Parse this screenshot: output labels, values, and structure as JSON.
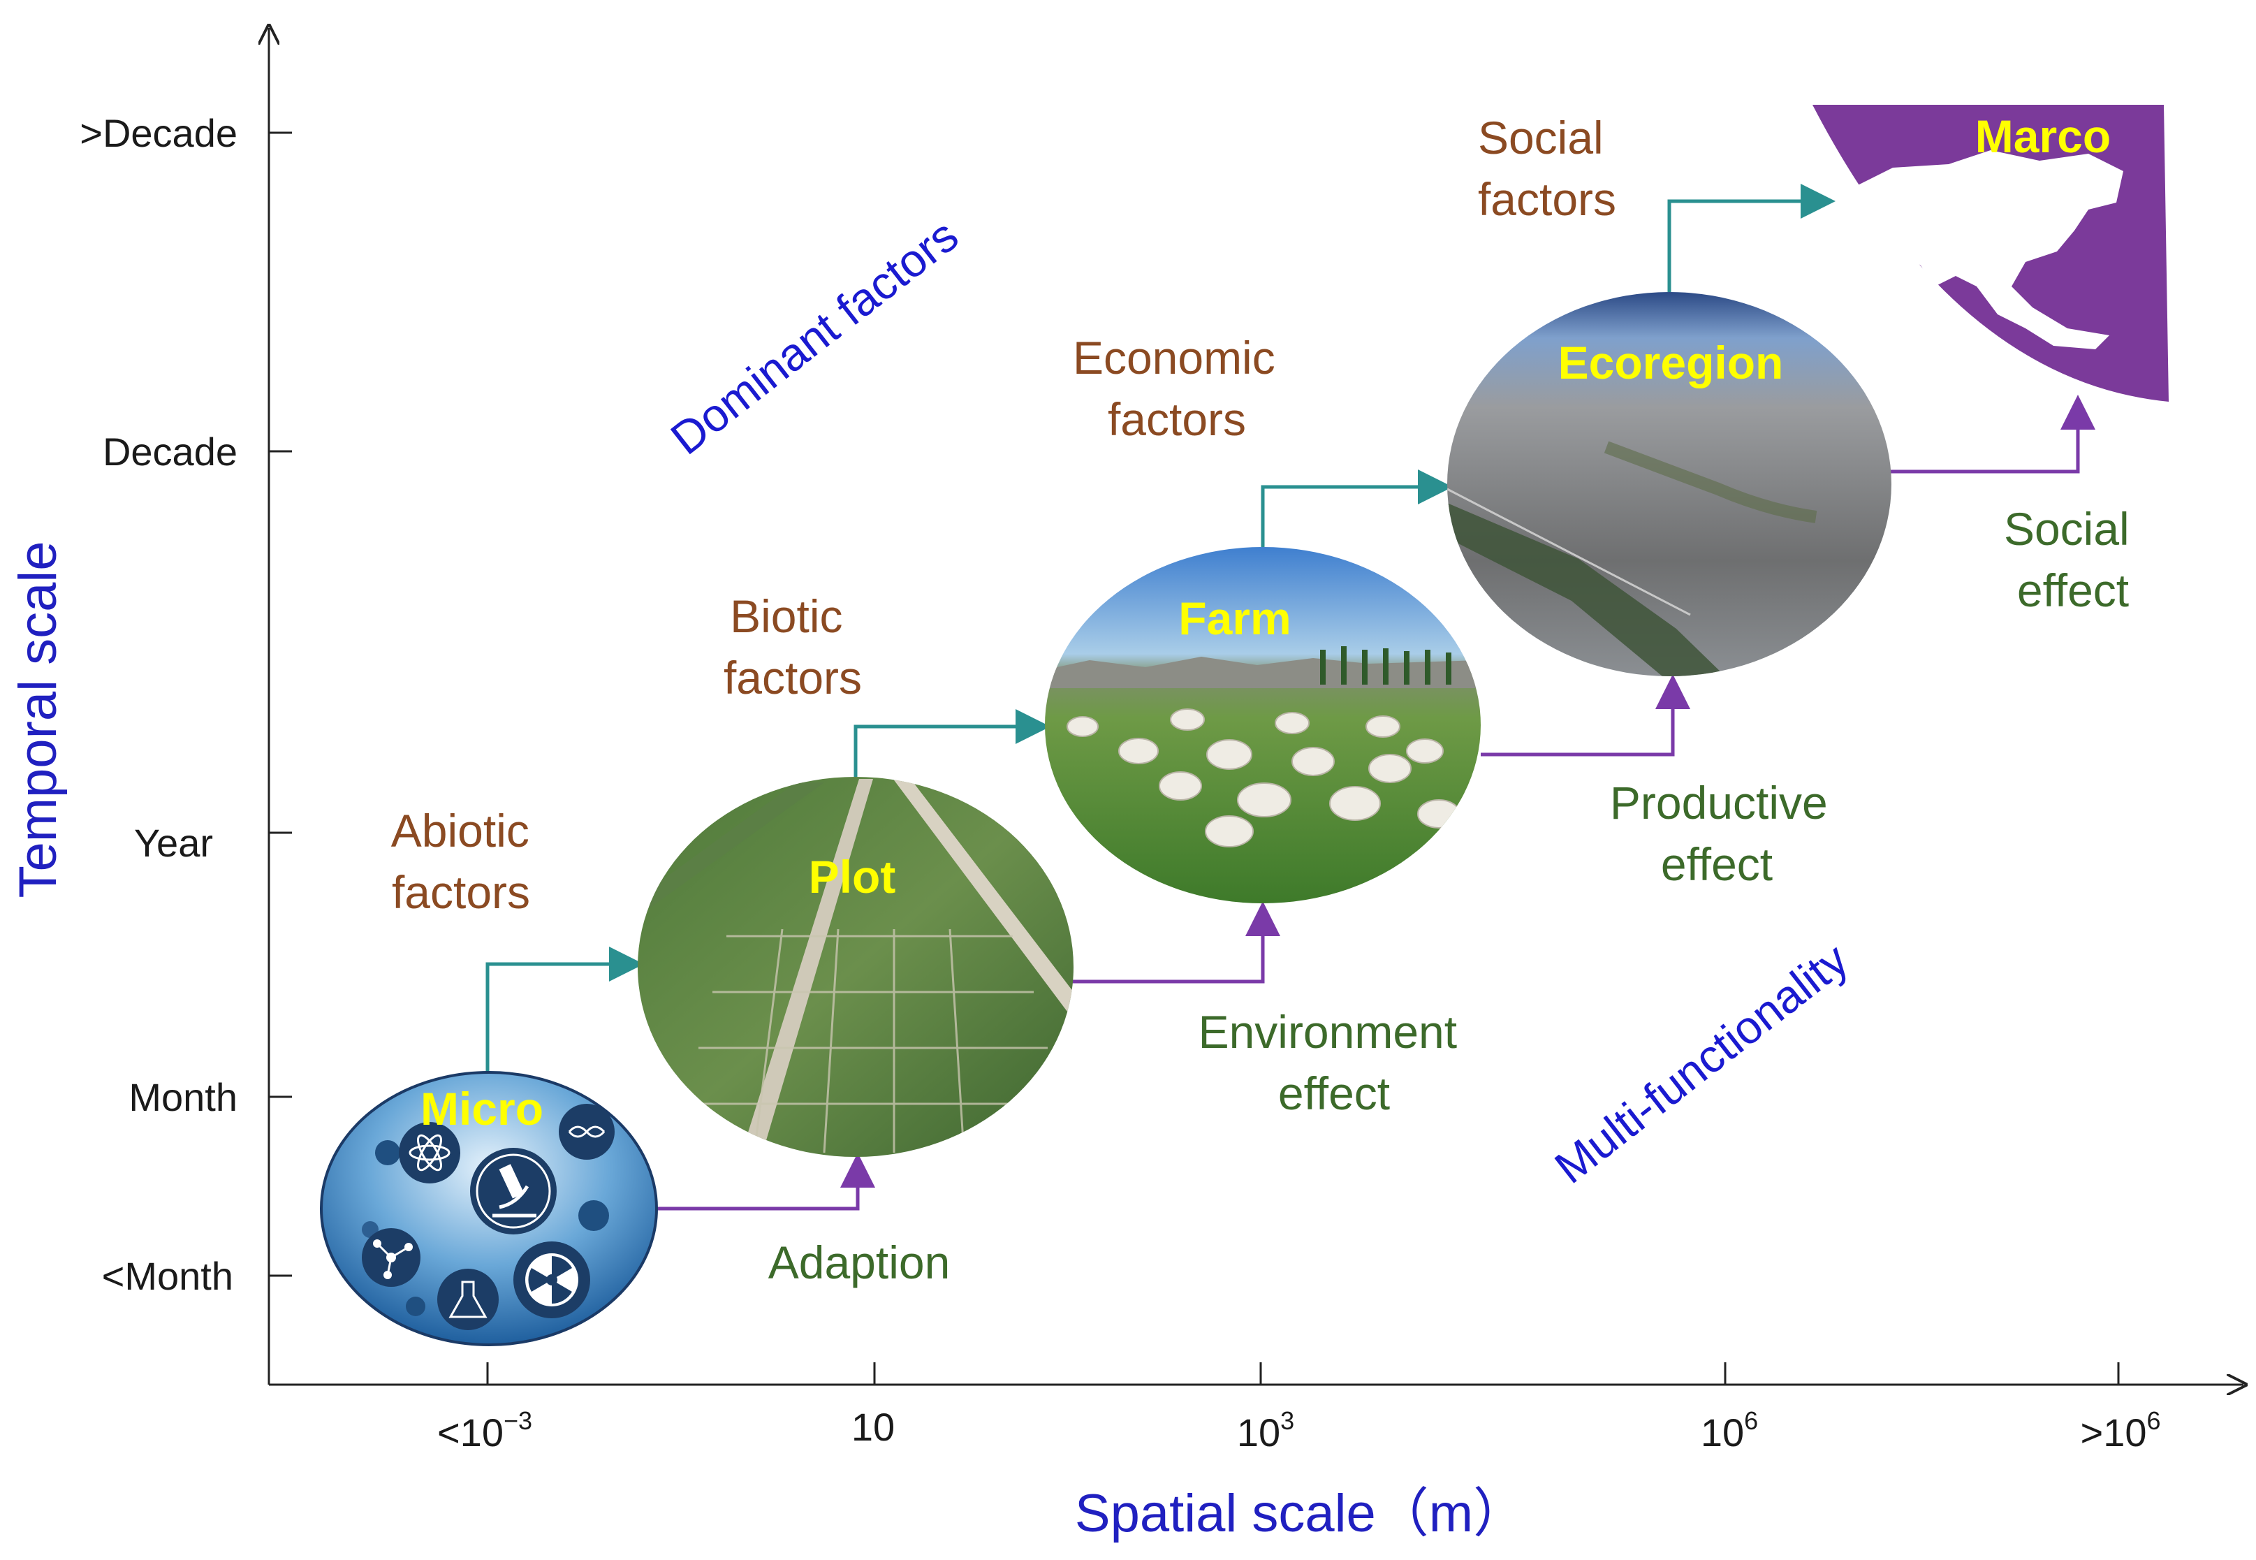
{
  "axes": {
    "y_title": "Temporal scale",
    "x_title": "Spatial scale（m）",
    "y_ticks": [
      ">Decade",
      "Decade",
      "Year",
      "Month",
      "<Month"
    ],
    "x_ticks": [
      {
        "base": "<10",
        "exp": "−3"
      },
      {
        "base": "10",
        "exp": ""
      },
      {
        "base": "10",
        "exp": "3"
      },
      {
        "base": "10",
        "exp": "6"
      },
      {
        "base": ">10",
        "exp": "6"
      }
    ]
  },
  "diagonal_labels": {
    "top": "Dominant factors",
    "bottom": "Multi-functionality"
  },
  "scales": [
    "Micro",
    "Plot",
    "Farm",
    "Ecoregion",
    "Marco"
  ],
  "factors": {
    "abiotic": [
      "Abiotic",
      "factors"
    ],
    "biotic": [
      "Biotic",
      "factors"
    ],
    "economic": [
      "Economic",
      "factors"
    ],
    "social": [
      "Social",
      "factors"
    ]
  },
  "effects": {
    "adaption": [
      "Adaption"
    ],
    "environment": [
      "Environment",
      "effect"
    ],
    "productive": [
      "Productive",
      "effect"
    ],
    "social": [
      "Social",
      "effect"
    ]
  },
  "colors": {
    "axis": "#222222",
    "axis_title": "#2020c0",
    "diagonal": "#1a1ad0",
    "factor_text": "#8b4a22",
    "effect_text": "#3c6a2a",
    "factor_arrow": "#2a9090",
    "effect_arrow": "#7a3aa8",
    "scale_label": "#ffff00",
    "marco_bg": "#7b3a9a"
  },
  "icons": [
    "atom-icon",
    "dna-icon",
    "microscope-icon",
    "molecule-icon",
    "flask-icon",
    "radiation-icon",
    "asia-map-icon"
  ]
}
